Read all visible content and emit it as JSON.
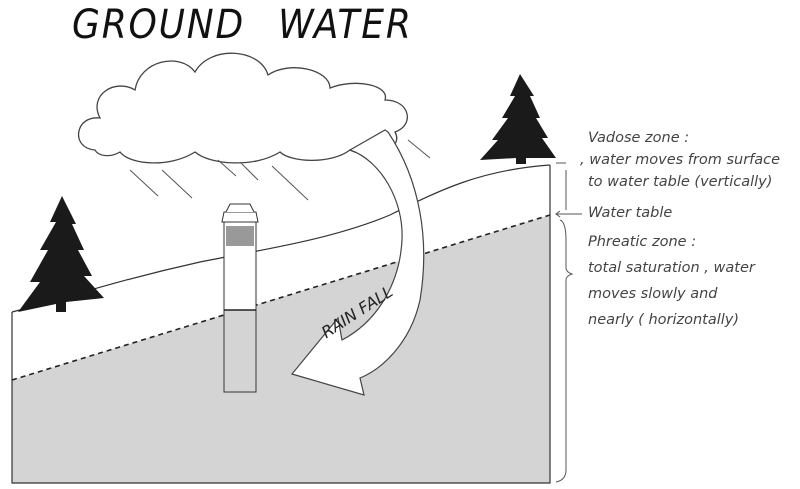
{
  "title": "GROUND WATER",
  "labels": {
    "rain_fall": "RAIN FALL",
    "vadose_title": "Vadose zone :",
    "vadose_line1": ", water moves from surface",
    "vadose_line2": "to water table (vertically)",
    "water_table": "Water table",
    "phreatic_title": "Phreatic zone :",
    "phreatic_line1": "total saturation , water",
    "phreatic_line2": "moves slowly and",
    "phreatic_line3": "nearly ( horizontally)"
  },
  "colors": {
    "saturated": "#d4d4d4",
    "ink": "#1a1a1a"
  }
}
